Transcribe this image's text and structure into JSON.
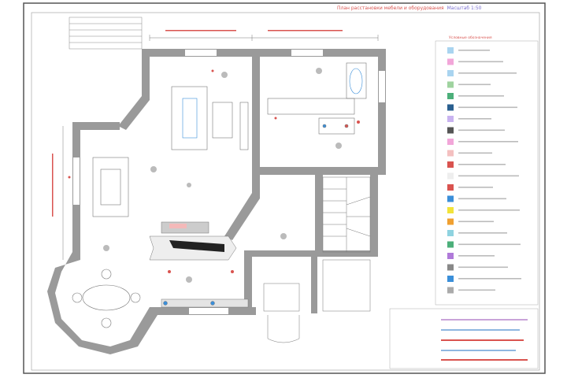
{
  "title": "План расстановки мебели и оборудования",
  "scale": "Масштаб 1:50",
  "legend": {
    "title": "Условные обозначения",
    "item_count": 22
  },
  "colors": {
    "wall": "#9a9a9a",
    "annotation": "#d9534f",
    "accent_blue": "#3b8fd9",
    "accent_yellow": "#f2e33a",
    "accent_orange": "#f0a030"
  }
}
